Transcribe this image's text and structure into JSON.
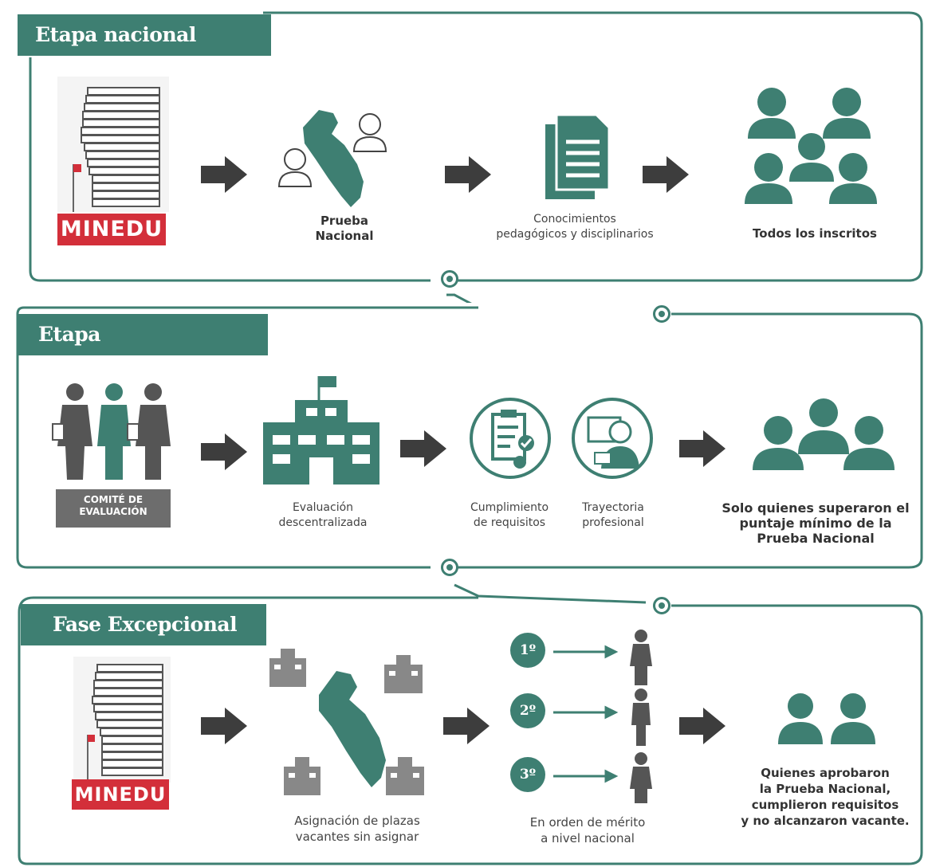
{
  "stages": [
    {
      "title": "Etapa nacional",
      "steps": [
        {
          "label": "MINEDU",
          "icon": "minedu-building-icon"
        },
        {
          "caption_line1": "Prueba",
          "caption_line2": "Nacional",
          "icon": "peru-map-icon"
        },
        {
          "caption_line1": "Conocimientos",
          "caption_line2": "pedagógicos y disciplinarios",
          "icon": "documents-icon"
        },
        {
          "caption": "Todos los inscritos",
          "icon": "people-group-icon"
        }
      ]
    },
    {
      "title": "Etapa descentralizada",
      "steps": [
        {
          "label_line1": "COMITÉ DE",
          "label_line2": "EVALUACIÓN",
          "icon": "committee-icon"
        },
        {
          "caption_line1": "Evaluación",
          "caption_line2": "descentralizada",
          "icon": "school-building-icon"
        },
        {
          "caption_line1": "Cumplimiento",
          "caption_line2": "de requisitos",
          "icon": "checklist-icon"
        },
        {
          "caption_line1": "Trayectoria",
          "caption_line2": "profesional",
          "icon": "professional-icon"
        },
        {
          "caption_line1": "Solo quienes superaron el",
          "caption_line2": "puntaje mínimo de la",
          "caption_line3": "Prueba Nacional",
          "icon": "people-three-icon"
        }
      ]
    },
    {
      "title": "Fase Excepcional",
      "steps": [
        {
          "label": "MINEDU",
          "icon": "minedu-building-icon"
        },
        {
          "caption_line1": "Asignación de plazas",
          "caption_line2": "vacantes sin asignar",
          "icon": "peru-map-schools-icon"
        },
        {
          "ranks": [
            "1º",
            "2º",
            "3º"
          ],
          "caption_line1": "En orden de mérito",
          "caption_line2": "a nivel nacional",
          "icon": "ranking-icon"
        },
        {
          "caption_line1": "Quienes aprobaron",
          "caption_line2": "la Prueba Nacional,",
          "caption_line3": "cumplieron requisitos",
          "caption_line4": "y no alcanzaron vacante.",
          "icon": "people-pair-icon"
        }
      ]
    }
  ],
  "colors": {
    "accent": "#3e7f72",
    "arrow": "#3d3d3d",
    "minedu_red": "#d32f3a",
    "gray_box": "#6d6d6d"
  }
}
